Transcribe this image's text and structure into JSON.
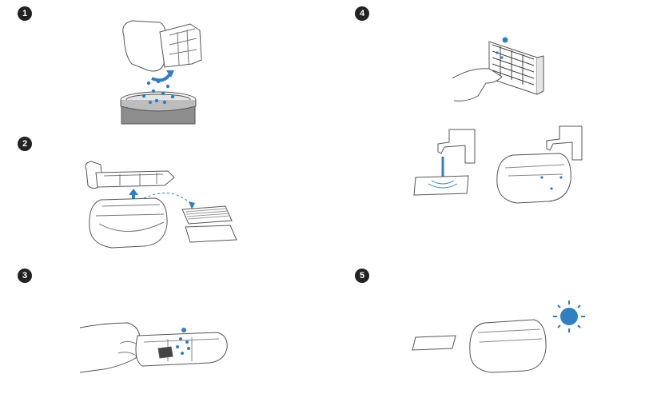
{
  "colors": {
    "accent": "#2f7fc1",
    "line": "#555555",
    "badge": "#222222",
    "fill_grey": "#8d8d8d"
  },
  "steps": [
    {
      "number": "1",
      "illustration": "empty-dustbin-into-trash"
    },
    {
      "number": "2",
      "illustration": "remove-filter-from-dustbin"
    },
    {
      "number": "3",
      "illustration": "clean-dustbin-interior"
    },
    {
      "number": "4",
      "illustration": "tap-filter-and-rinse-under-faucet"
    },
    {
      "number": "5",
      "illustration": "dry-parts-in-sun"
    }
  ]
}
